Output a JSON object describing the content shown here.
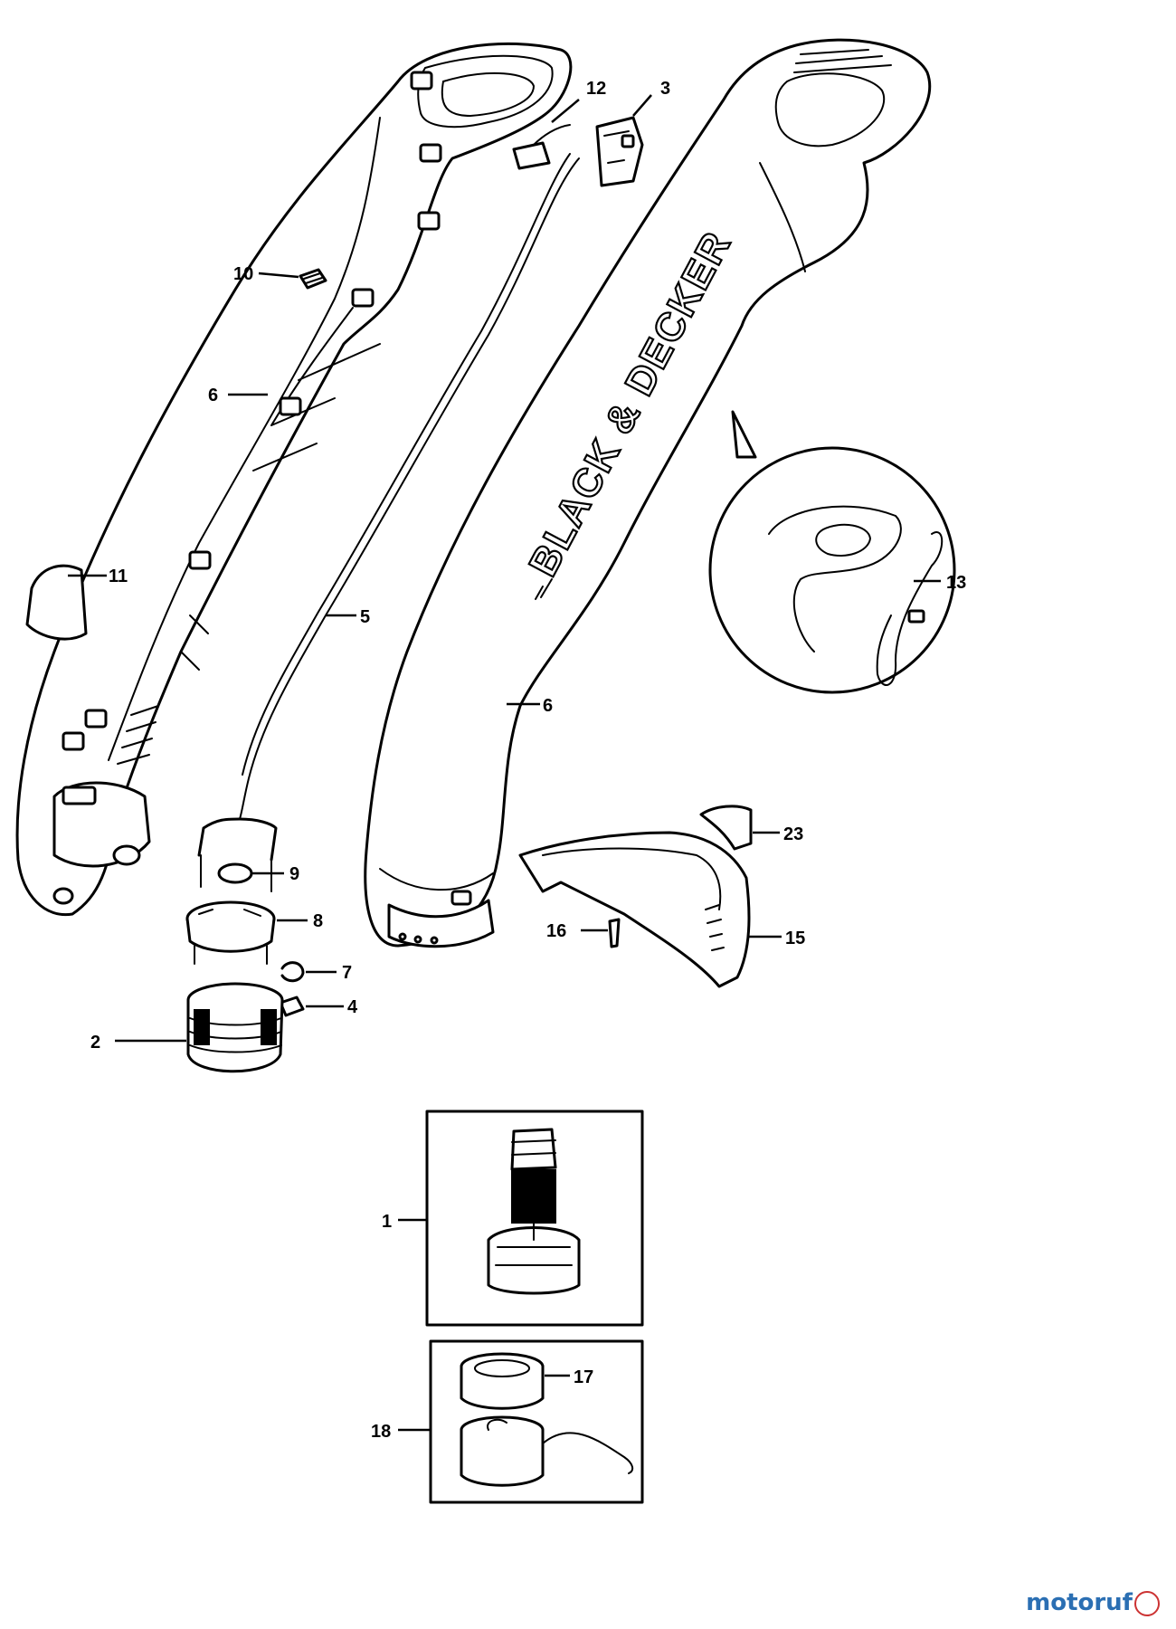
{
  "brand_text": "BLACK & DECKER",
  "watermark": "motoruf",
  "callouts": [
    {
      "id": "c12",
      "label": "12"
    },
    {
      "id": "c3",
      "label": "3"
    },
    {
      "id": "c10",
      "label": "10"
    },
    {
      "id": "c6a",
      "label": "6"
    },
    {
      "id": "c11",
      "label": "11"
    },
    {
      "id": "c5",
      "label": "5"
    },
    {
      "id": "c13",
      "label": "13"
    },
    {
      "id": "c6b",
      "label": "6"
    },
    {
      "id": "c9",
      "label": "9"
    },
    {
      "id": "c8",
      "label": "8"
    },
    {
      "id": "c23",
      "label": "23"
    },
    {
      "id": "c16",
      "label": "16"
    },
    {
      "id": "c15",
      "label": "15"
    },
    {
      "id": "c7",
      "label": "7"
    },
    {
      "id": "c4",
      "label": "4"
    },
    {
      "id": "c2",
      "label": "2"
    },
    {
      "id": "c1",
      "label": "1"
    },
    {
      "id": "c17",
      "label": "17"
    },
    {
      "id": "c18",
      "label": "18"
    }
  ]
}
